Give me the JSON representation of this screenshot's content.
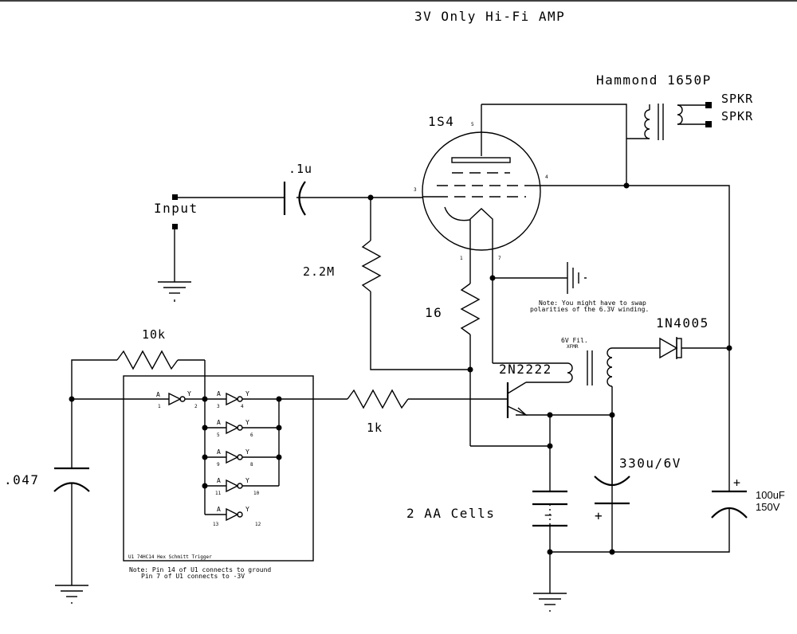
{
  "title": "3V Only Hi-Fi AMP",
  "labels": {
    "transformer": "Hammond 1650P",
    "spkr1": "SPKR",
    "spkr2": "SPKR",
    "tube": "1S4",
    "input_cap": ".1u",
    "input": "Input",
    "grid_res": "2.2M",
    "cathode_res": "16",
    "feedback_res": "10k",
    "base_res": "1k",
    "timing_cap": ".047",
    "battery": "2 AA Cells",
    "filter_cap": "330u/6V",
    "hv_cap_value": "100uF",
    "hv_cap_voltage": "150V",
    "diode": "1N4005",
    "transistor": "2N2222",
    "fil_xfmr_1": "6V Fil.",
    "fil_xfmr_2": "XFMR",
    "ic_title": "U1 74HC14 Hex Schmitt Trigger",
    "ic_note_1": "Note: Pin 14 of U1 connects to ground",
    "ic_note_2": "Pin 7 of U1 connects to -3V",
    "swap_note_1": "Note: You might have to swap",
    "swap_note_2": "polarities of the 6.3V winding."
  },
  "tube_pins": {
    "p1": "1",
    "p3": "3",
    "p4": "4",
    "p5": "5",
    "p7": "7"
  },
  "gates": [
    {
      "in": "A",
      "out": "Y",
      "pin_in": "1",
      "pin_out": "2"
    },
    {
      "in": "A",
      "out": "Y",
      "pin_in": "3",
      "pin_out": "4"
    },
    {
      "in": "A",
      "out": "Y",
      "pin_in": "5",
      "pin_out": "6"
    },
    {
      "in": "A",
      "out": "Y",
      "pin_in": "9",
      "pin_out": "8"
    },
    {
      "in": "A",
      "out": "Y",
      "pin_in": "11",
      "pin_out": "10"
    },
    {
      "in": "A",
      "out": "Y",
      "pin_in": "13",
      "pin_out": "12"
    }
  ],
  "polarity": {
    "plus": "+",
    "minus": "−"
  }
}
